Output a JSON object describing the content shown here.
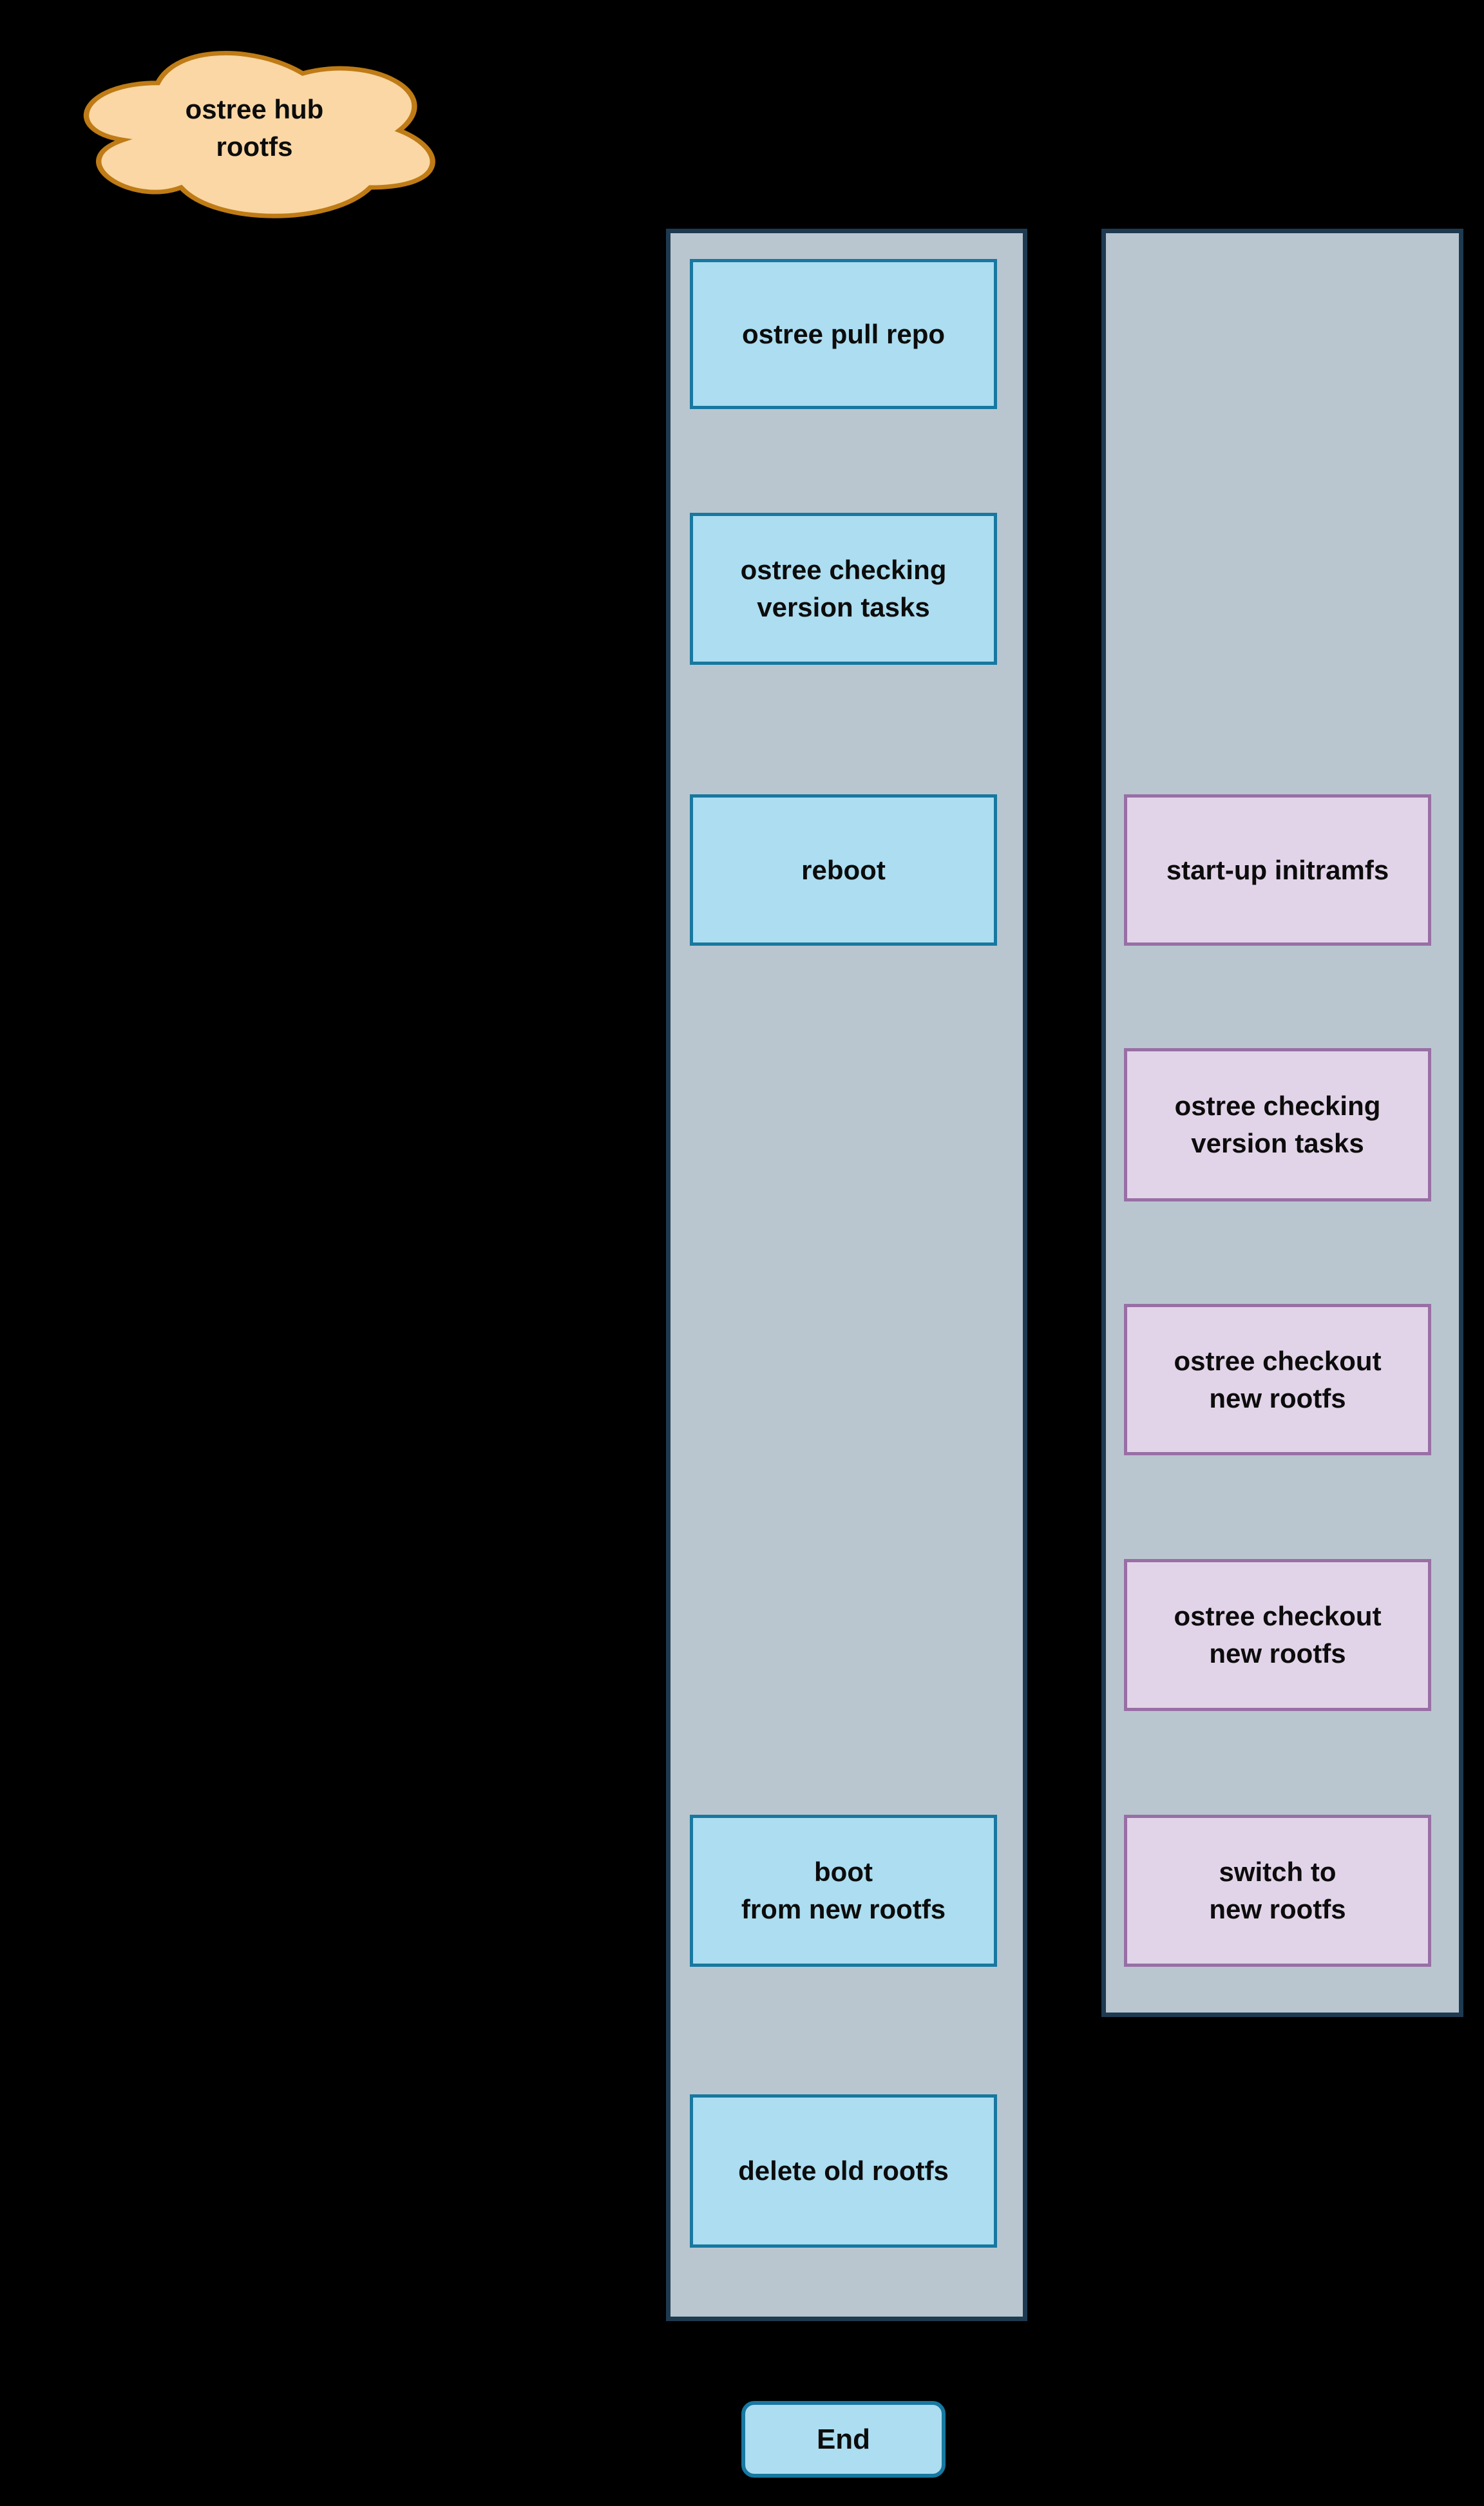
{
  "cloud": {
    "label": "ostree hub\nrootfs"
  },
  "left_lane_nodes": [
    {
      "label": "ostree pull repo"
    },
    {
      "label": "ostree checking\nversion tasks"
    },
    {
      "label": "reboot"
    },
    {
      "label": "boot\nfrom new rootfs"
    },
    {
      "label": "delete old rootfs"
    }
  ],
  "right_lane_nodes": [
    {
      "label": "start-up initramfs"
    },
    {
      "label": "ostree checking\nversion tasks"
    },
    {
      "label": "ostree checkout\nnew rootfs"
    },
    {
      "label": "ostree checkout\nnew rootfs"
    },
    {
      "label": "switch to\nnew rootfs"
    }
  ],
  "end_node": {
    "label": "End"
  },
  "colors": {
    "background": "#000000",
    "lane_fill": "#b9c6cf",
    "lane_border": "#1e3a50",
    "blue_fill": "#acddf0",
    "blue_border": "#1778a0",
    "purple_fill": "#e2d4e8",
    "purple_border": "#986fa5",
    "cloud_fill": "#fad7a5",
    "cloud_border": "#bf7b15",
    "arrow": "#000000"
  }
}
